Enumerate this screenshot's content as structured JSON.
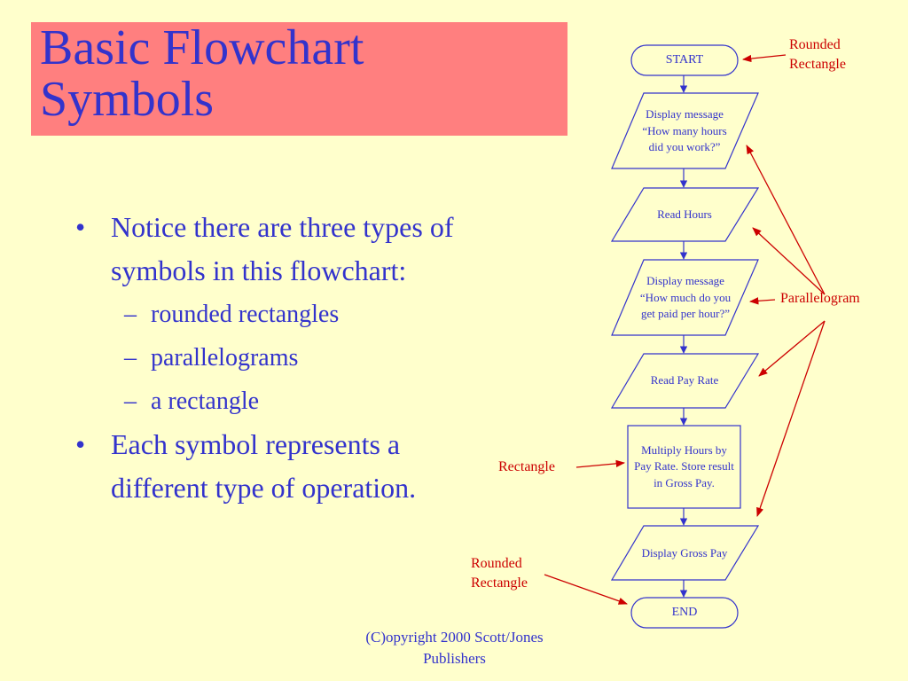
{
  "slide": {
    "title_line1": "Basic Flowchart",
    "title_line2": "Symbols",
    "bullet_1": "Notice there are three types of symbols in this flowchart:",
    "sub_1": "rounded rectangles",
    "sub_2": "parallelograms",
    "sub_3": "a rectangle",
    "bullet_2": "Each symbol represents a different type of operation.",
    "bullet_glyph": "•",
    "dash_glyph": "–",
    "footer_line1": "(C)opyright 2000 Scott/Jones",
    "footer_line2": "Publishers"
  },
  "flowchart": {
    "start": "START",
    "display_hours": "Display message “How many hours did you work?”",
    "read_hours": "Read Hours",
    "display_rate": "Display message “How much do you get paid per hour?”",
    "read_rate": "Read Pay Rate",
    "multiply": "Multiply Hours by Pay Rate. Store result in Gross Pay.",
    "display_gross": "Display Gross Pay",
    "end": "END"
  },
  "annotations": {
    "rounded_top_1": "Rounded",
    "rounded_top_2": "Rectangle",
    "parallelogram": "Parallelogram",
    "rectangle": "Rectangle",
    "rounded_bottom_1": "Rounded",
    "rounded_bottom_2": "Rectangle"
  },
  "colors": {
    "background": "#ffffcc",
    "title_box": "#ff7f7f",
    "text_blue": "#3333cc",
    "arrow_red": "#cc0000"
  }
}
